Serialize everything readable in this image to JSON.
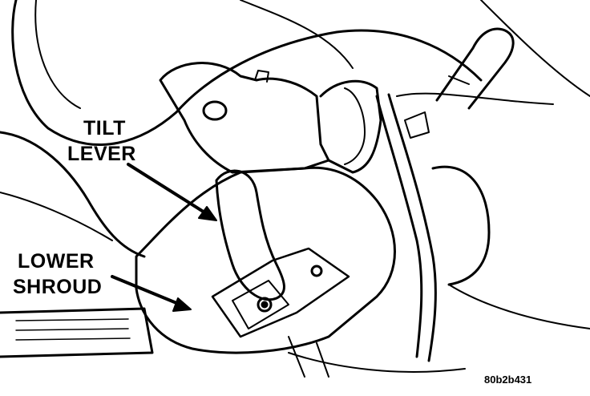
{
  "labels": {
    "tilt_lever": [
      "TILT",
      "LEVER"
    ],
    "lower_shroud": [
      "LOWER",
      "SHROUD"
    ]
  },
  "reference_code": "80b2b431",
  "colors": {
    "line": "#000000",
    "background": "#ffffff"
  }
}
